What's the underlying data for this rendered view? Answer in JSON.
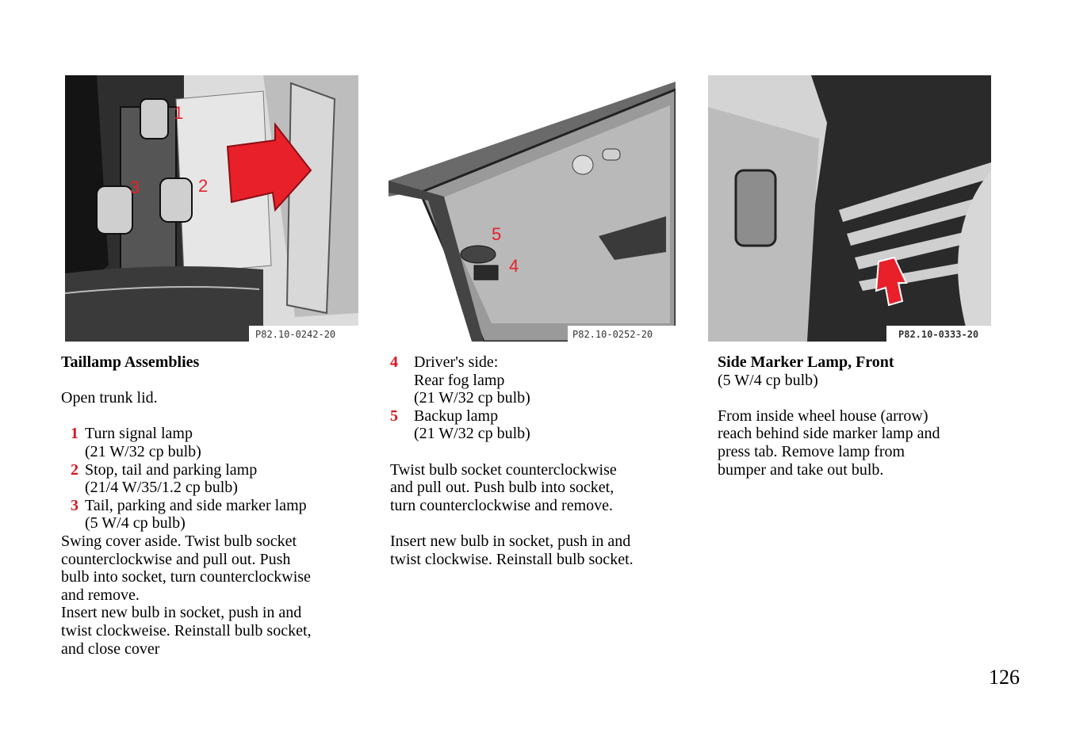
{
  "figures": [
    {
      "code": "P82.10-0242-20",
      "callouts": [
        "1",
        "2",
        "3"
      ]
    },
    {
      "code": "P82.10-0252-20",
      "callouts": [
        "5",
        "4"
      ]
    },
    {
      "code": "P82.10-0333-20"
    }
  ],
  "col1": {
    "heading": "Taillamp Assemblies",
    "intro": "Open trunk lid.",
    "items": [
      {
        "num": "1",
        "lines": [
          "Turn signal lamp",
          "(21 W/32 cp bulb)"
        ]
      },
      {
        "num": "2",
        "lines": [
          "Stop, tail and parking lamp",
          "(21/4 W/35/1.2 cp bulb)"
        ]
      },
      {
        "num": "3",
        "lines": [
          "Tail, parking and side marker lamp",
          "(5 W/4 cp bulb)"
        ]
      }
    ],
    "para1": [
      "Swing cover aside. Twist bulb socket",
      "counterclockwise and pull out. Push",
      "bulb into socket, turn counterclockwise",
      "and remove."
    ],
    "para2": [
      "Insert new bulb in socket, push in and",
      "twist clockweise. Reinstall bulb socket,",
      "and close cover"
    ]
  },
  "col2": {
    "items": [
      {
        "num": "4",
        "lines": [
          "Driver's side:",
          "Rear fog lamp",
          "(21 W/32 cp bulb)"
        ]
      },
      {
        "num": "5",
        "lines": [
          "Backup lamp",
          "(21 W/32 cp bulb)"
        ]
      }
    ],
    "para1": [
      "Twist bulb socket counterclockwise",
      "and pull out. Push bulb into socket,",
      "turn counterclockwise and remove."
    ],
    "para2": [
      "Insert new bulb in socket, push in and",
      "twist clockwise. Reinstall bulb socket."
    ]
  },
  "col3": {
    "heading": "Side Marker Lamp, Front",
    "subheading": "(5 W/4 cp bulb)",
    "para1": [
      "From inside wheel house (arrow)",
      "reach behind side marker lamp and",
      "press tab. Remove lamp from",
      "bumper and take out bulb."
    ]
  },
  "page_number": "126",
  "colors": {
    "accent": "#d8171e",
    "arrow": "#e8202a"
  }
}
